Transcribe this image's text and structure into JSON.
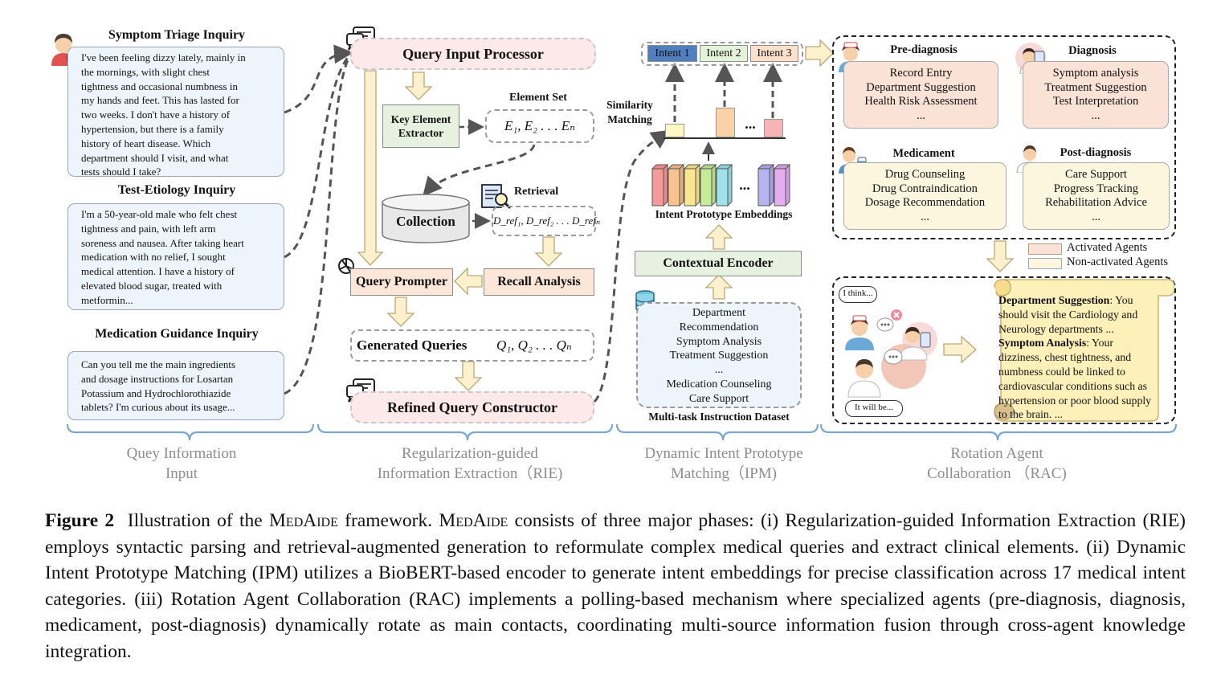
{
  "phase1": {
    "q1_title": "Symptom Triage Inquiry",
    "q1_lines": [
      "I've been feeling dizzy lately, mainly in",
      "the mornings, with slight chest",
      "tightness and occasional numbness in",
      "my hands and feet. This has lasted for",
      "two weeks. I don't have a history of",
      "hypertension, but there is a family",
      "history of heart disease. Which",
      "department should I visit, and what",
      "tests should I take?"
    ],
    "q2_title": "Test-Etiology Inquiry",
    "q2_lines": [
      "I'm a 50-year-old male who felt chest",
      "tightness and pain, with left arm",
      "soreness and nausea. After taking heart",
      "medication with no relief, I sought",
      "medical attention. I have a history of",
      "elevated blood sugar, treated with",
      "metformin..."
    ],
    "q3_title": "Medication Guidance Inquiry",
    "q3_lines": [
      "Can you tell me the main ingredients",
      "and dosage instructions for Losartan",
      "Potassium and Hydrochlorothiazide",
      "tablets? I'm curious about its usage..."
    ]
  },
  "phase2": {
    "query_input_processor": "Query Input Processor",
    "key_element_extractor": [
      "Key Element",
      "Extractor"
    ],
    "element_set_label": "Element Set",
    "element_set_formula": "E₁, E₂ . . . Eₙ",
    "retrieval_label": "Retrieval",
    "collection": "Collection",
    "refs_formula": "D_ref₁, D_ref₂ . . . D_refₙ",
    "query_prompter": "Query Prompter",
    "recall_analysis": "Recall Analysis",
    "generated_queries": "Generated Queries",
    "generated_formula": "Q₁, Q₂ . . . Qₙ",
    "refined_query_constructor": "Refined Query Constructor"
  },
  "phase3": {
    "intents": [
      "Intent 1",
      "Intent 2",
      "Intent 3"
    ],
    "similarity_matching": [
      "Similarity",
      "Matching"
    ],
    "ellipsis": "...",
    "intent_prototype_embeddings": "Intent Prototype Embeddings",
    "contextual_encoder": "Contextual Encoder",
    "dataset_lines": [
      "Department",
      "Recommendation",
      "Symptom Analysis",
      "Treatment Suggestion",
      "...",
      "Medication Counseling",
      "Care Support"
    ],
    "dataset_label": "Multi-task Instruction Dataset"
  },
  "phase4": {
    "pre_diagnosis_title": "Pre-diagnosis",
    "pre_diagnosis_items": [
      "Record Entry",
      "Department Suggestion",
      "Health Risk Assessment",
      "..."
    ],
    "diagnosis_title": "Diagnosis",
    "diagnosis_items": [
      "Symptom analysis",
      "Treatment Suggestion",
      "Test Interpretation",
      "..."
    ],
    "medicament_title": "Medicament",
    "medicament_items": [
      "Drug Counseling",
      "Drug Contraindication",
      "Dosage Recommendation",
      "..."
    ],
    "post_diagnosis_title": "Post-diagnosis",
    "post_diagnosis_items": [
      "Care Support",
      "Progress Tracking",
      "Rehabilitation Advice",
      "..."
    ],
    "legend_activated": "Activated Agents",
    "legend_non_activated": "Non-activated Agents",
    "bubble_think": "I think...",
    "bubble_will": "It will be...",
    "scroll_bold1": "Department Suggestion",
    "scroll_text1": ": You should visit the Cardiology and Neurology departments ...",
    "scroll_bold2": "Symptom Analysis",
    "scroll_text2": ": Your dizziness, chest tightness, and numbness could be linked to cardiovascular conditions such as hypertension or poor blood supply to the brain. ..."
  },
  "phases": {
    "p1": [
      "Quey Information",
      "Input"
    ],
    "p2": [
      "Regularization-guided",
      "Information Extraction（RIE)"
    ],
    "p3": [
      "Dynamic Intent Prototype",
      "Matching（IPM)"
    ],
    "p4": [
      "Rotation Agent",
      "Collaboration （RAC)"
    ]
  },
  "caption": {
    "label": "Figure 2",
    "t1": "Illustration of the ",
    "medaide": "MedAide",
    "t2": " framework. ",
    "t3": " consists of three major phases: (i) Regularization-guided Information Extraction (RIE) employs syntactic parsing and retrieval-augmented generation to reformulate complex medical queries and extract clinical elements. (ii) Dynamic Intent Prototype Matching (IPM) utilizes a BioBERT-based encoder to generate intent embeddings for precise classification across 17 medical intent categories. (iii) Rotation Agent Collaboration (RAC) implements a polling-based mechanism where specialized agents (pre-diagnosis, diagnosis, medicament, post-diagnosis) dynamically rotate as main contacts, coordinating multi-source information fusion through cross-agent knowledge integration."
  },
  "colors": {
    "activated": "#fbe2d6",
    "non_activated": "#fdf6df",
    "query_bg": "#eef4fb",
    "pill_bg": "#fde8ea",
    "green_box": "#e6f2df",
    "brace": "#7aa7d1"
  }
}
